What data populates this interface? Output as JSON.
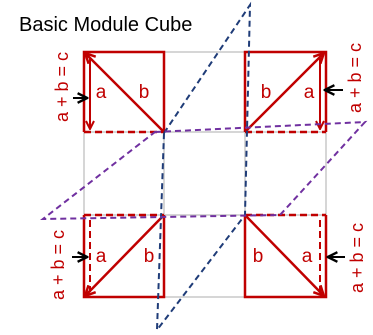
{
  "title": "Basic Module Cube",
  "labels": {
    "a": "a",
    "b": "b",
    "equation": "a + b = c"
  },
  "colors": {
    "red": "#c00000",
    "grid": "#c8c8c8",
    "navy": "#1f3c78",
    "purple": "#7030a0"
  }
}
